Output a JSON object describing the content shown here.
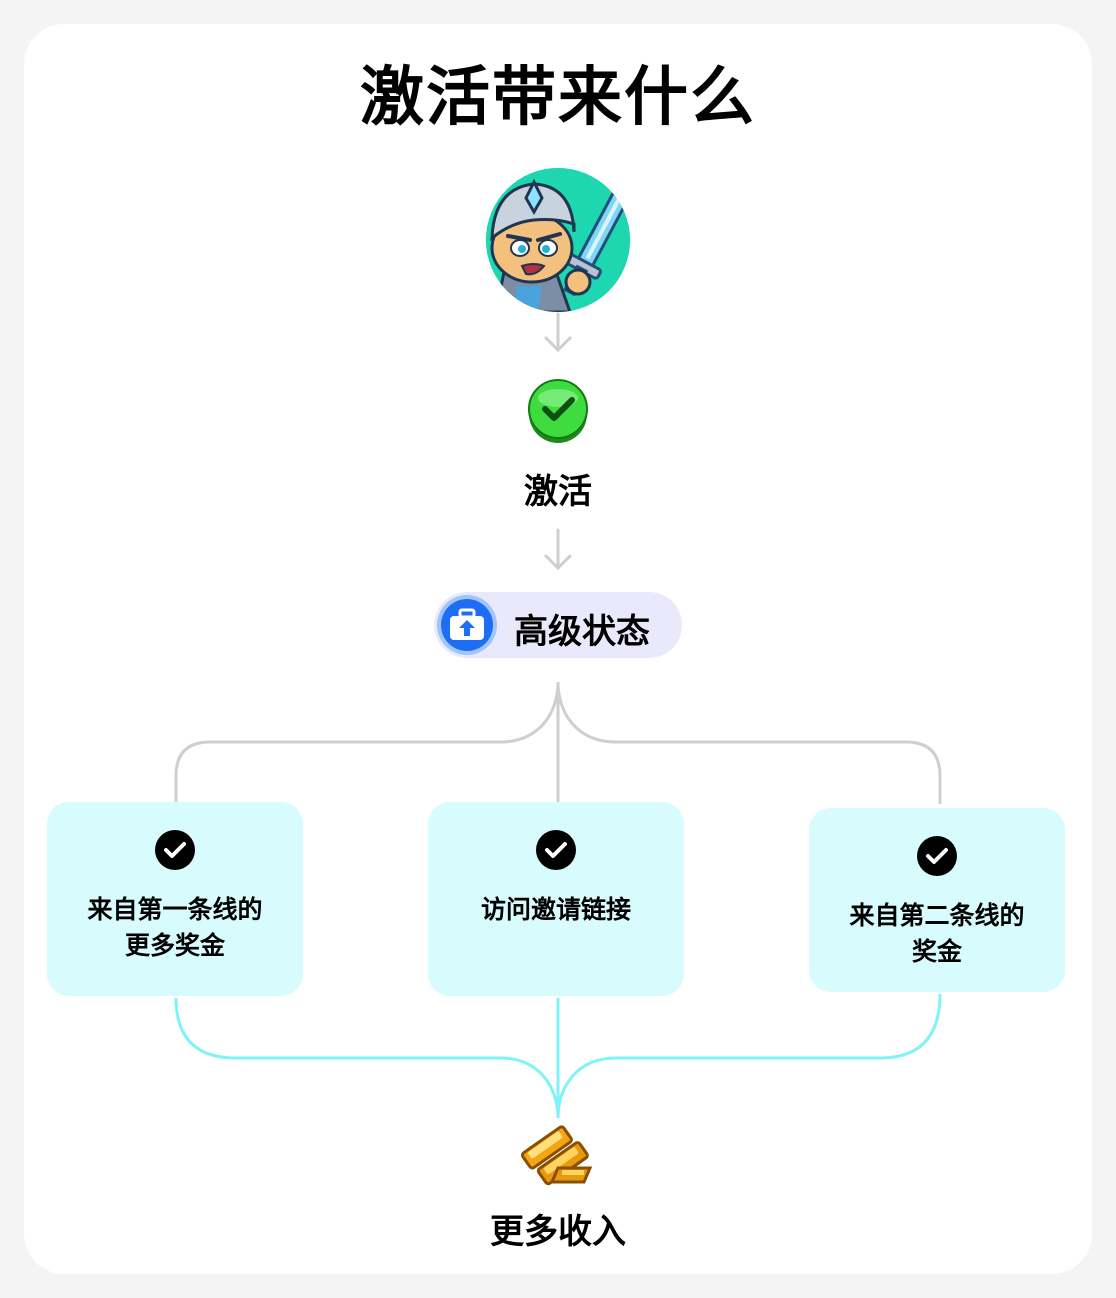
{
  "title": "激活带来什么",
  "steps": {
    "activate": "激活",
    "status": "高级状态",
    "result": "更多收入"
  },
  "benefits": [
    {
      "line1": "来自第一条线的",
      "line2": "更多奖金"
    },
    {
      "line1": "访问邀请链接",
      "line2": ""
    },
    {
      "line1": "来自第二条线的",
      "line2": "奖金"
    }
  ],
  "colors": {
    "benefit_box": "#d8fbfd",
    "status_pill": "#e9e9fb",
    "top_connectors": "#cfcfcf",
    "bottom_connectors": "#7ff3f8",
    "check_green": "#37d43c",
    "status_icon_blue": "#1f6df2"
  },
  "icons": {
    "avatar": "knight-avatar-icon",
    "activate": "green-check-icon",
    "status": "briefcase-upload-icon",
    "benefit": "black-check-icon",
    "result": "gold-bars-icon"
  }
}
